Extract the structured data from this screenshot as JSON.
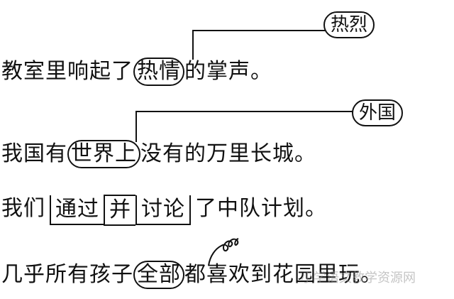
{
  "rows": [
    {
      "before": "教室里响起了",
      "marked": "热情",
      "after": "的掌声。",
      "note": "热烈"
    },
    {
      "before": "我国有",
      "marked": "世界上",
      "after": "没有的万里长城。",
      "note": "外国"
    },
    {
      "before": "我们",
      "box1": "通过",
      "box2": "并",
      "box3": "讨论",
      "after": "了中队计划。"
    },
    {
      "before": "几乎所有孩子",
      "marked": "全部",
      "after": "都喜欢到花园里玩。"
    }
  ],
  "watermark": "小学语文教学资源网"
}
